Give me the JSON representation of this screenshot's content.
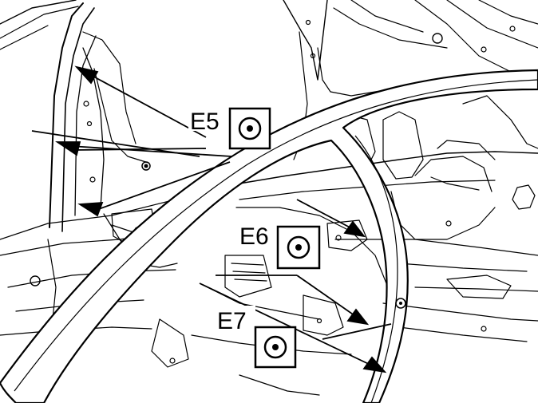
{
  "callouts": [
    {
      "label": "E5",
      "symbol": "weld-point-symbol"
    },
    {
      "label": "E6",
      "symbol": "weld-point-symbol"
    },
    {
      "label": "E7",
      "symbol": "weld-point-symbol"
    }
  ],
  "colors": {
    "line": "#000000",
    "background": "#ffffff"
  }
}
